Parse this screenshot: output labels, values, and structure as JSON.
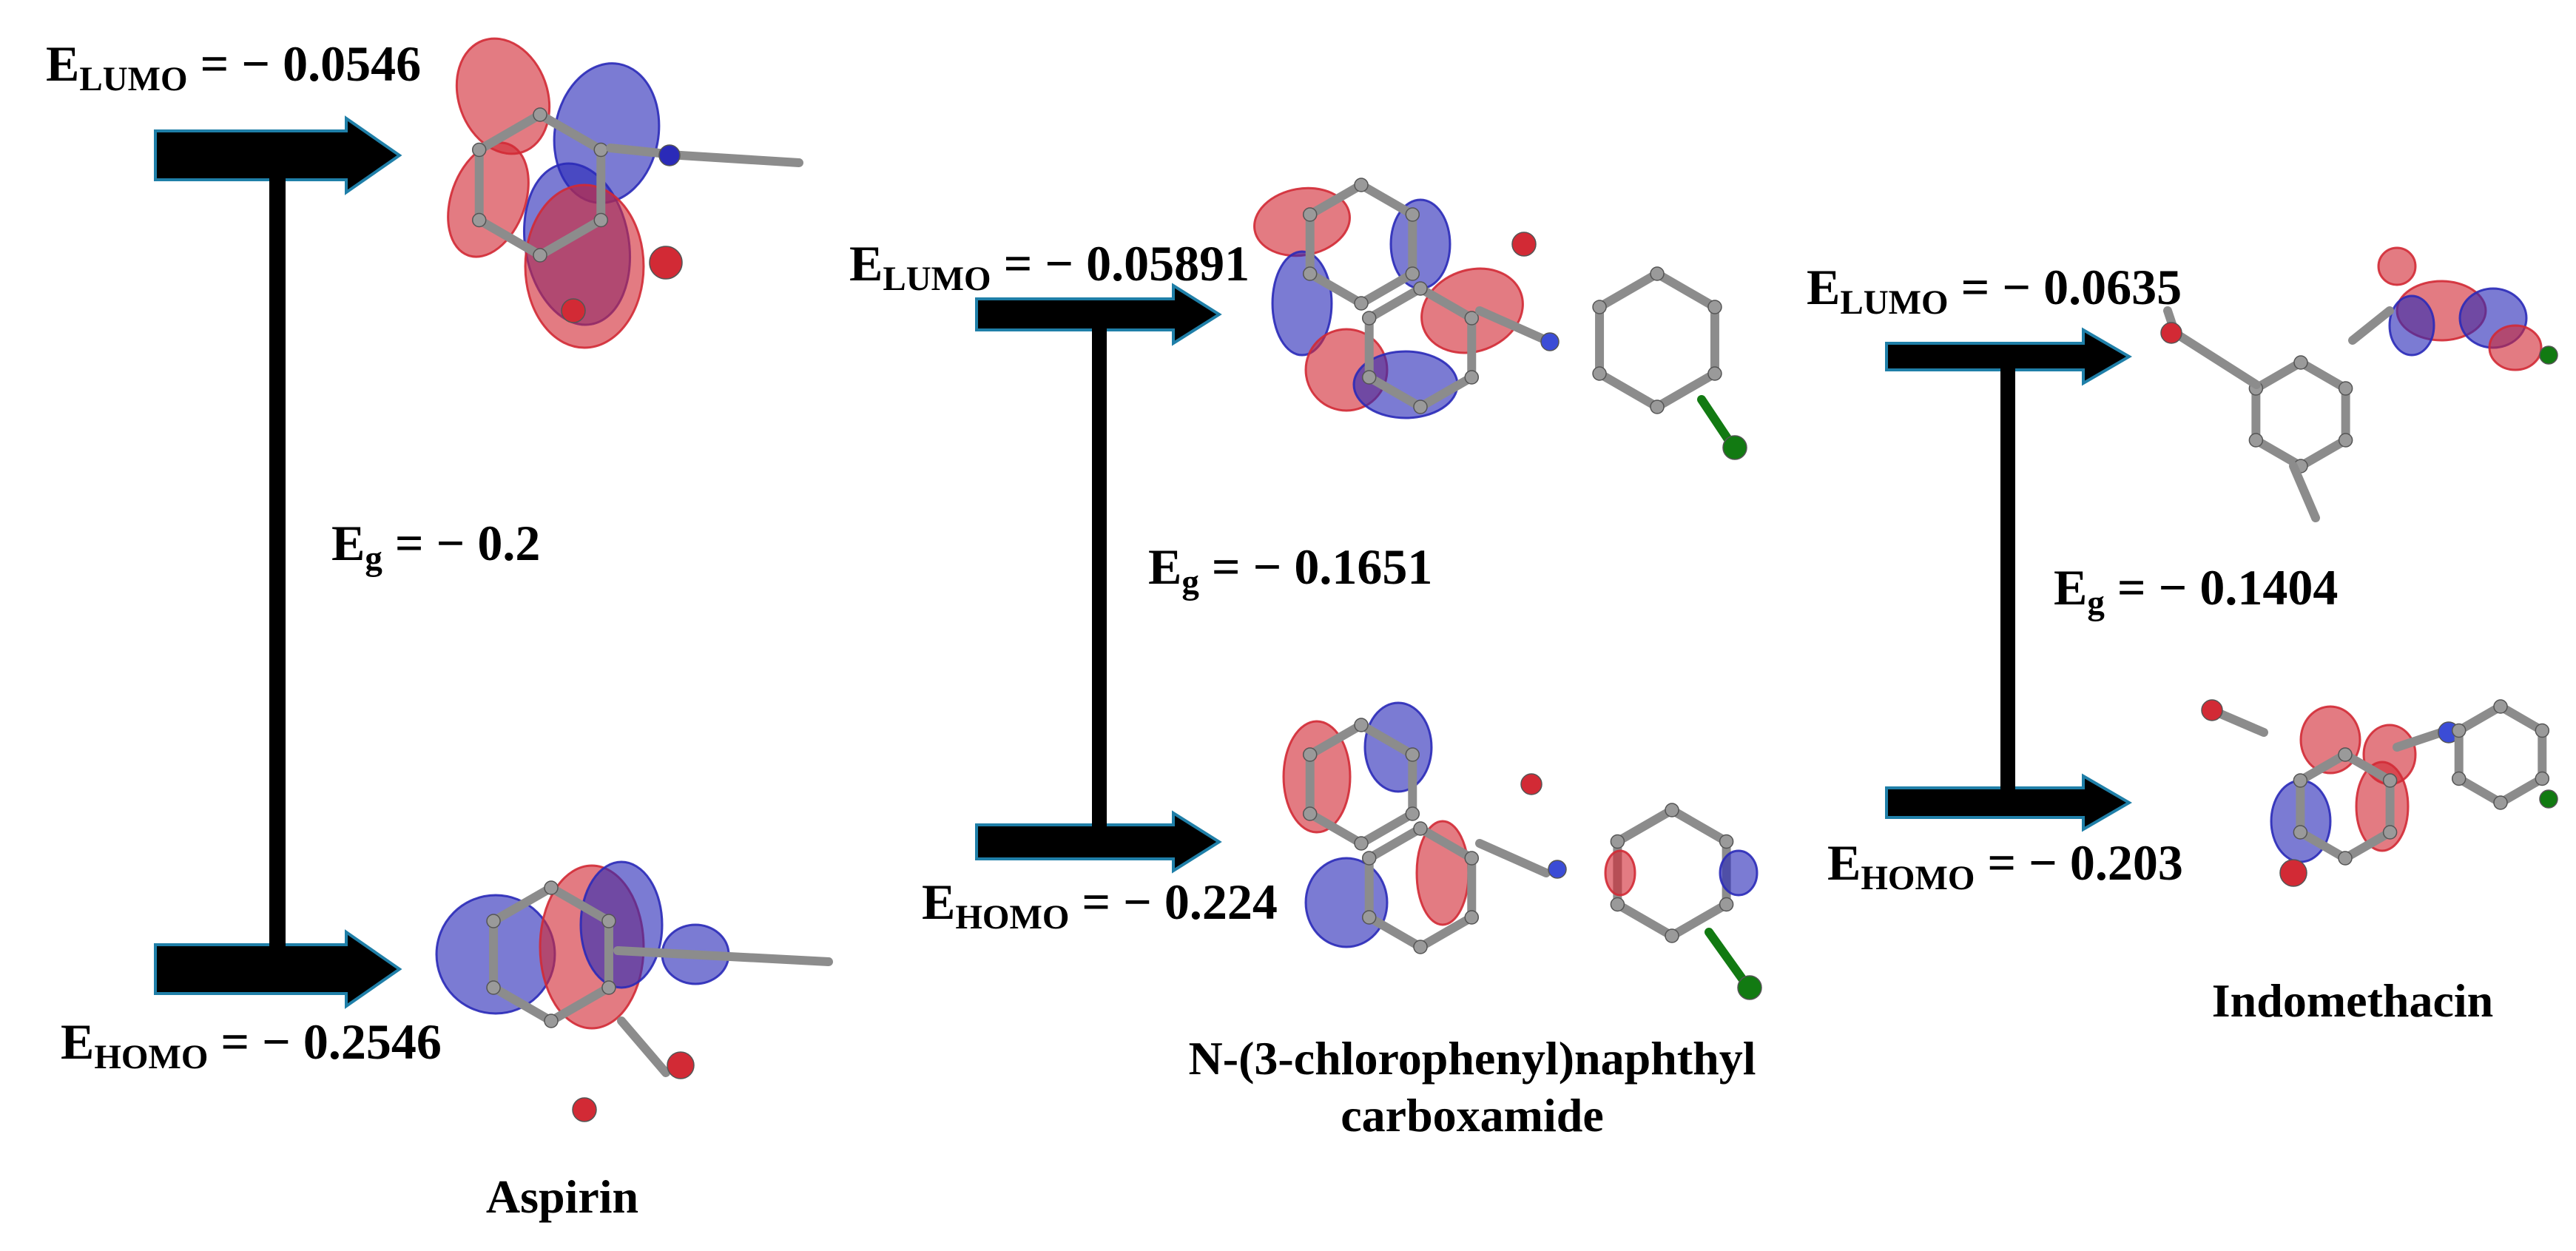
{
  "colors": {
    "arrow_fill": "#000000",
    "arrow_outline": "#1f7fa8",
    "orbital_red": "#d22a35",
    "orbital_blue": "#2a2ab8",
    "bond_gray": "#8c8c8c",
    "hydrogen": "#e6e6e6",
    "chlorine": "#127a12"
  },
  "panels": [
    {
      "id": "aspirin",
      "molecule_name": "Aspirin",
      "lumo": {
        "symbol": "E",
        "subscript": "LUMO",
        "value": "= − 0.0546"
      },
      "homo": {
        "symbol": "E",
        "subscript": "HOMO",
        "value": "= − 0.2546"
      },
      "gap": {
        "symbol": "E",
        "subscript": "g",
        "value": "= − 0.2"
      }
    },
    {
      "id": "naphthyl-carboxamide",
      "molecule_name_line1": "N-(3-chlorophenyl)naphthyl",
      "molecule_name_line2": "carboxamide",
      "lumo": {
        "symbol": "E",
        "subscript": "LUMO",
        "value": "= − 0.05891"
      },
      "homo": {
        "symbol": "E",
        "subscript": "HOMO",
        "value": "= − 0.224"
      },
      "gap": {
        "symbol": "E",
        "subscript": "g",
        "value": "= − 0.1651"
      }
    },
    {
      "id": "indomethacin",
      "molecule_name": "Indomethacin",
      "lumo": {
        "symbol": "E",
        "subscript": "LUMO",
        "value": "= − 0.0635"
      },
      "homo": {
        "symbol": "E",
        "subscript": "HOMO",
        "value": "= − 0.203"
      },
      "gap": {
        "symbol": "E",
        "subscript": "g",
        "value": "= − 0.1404"
      }
    }
  ]
}
